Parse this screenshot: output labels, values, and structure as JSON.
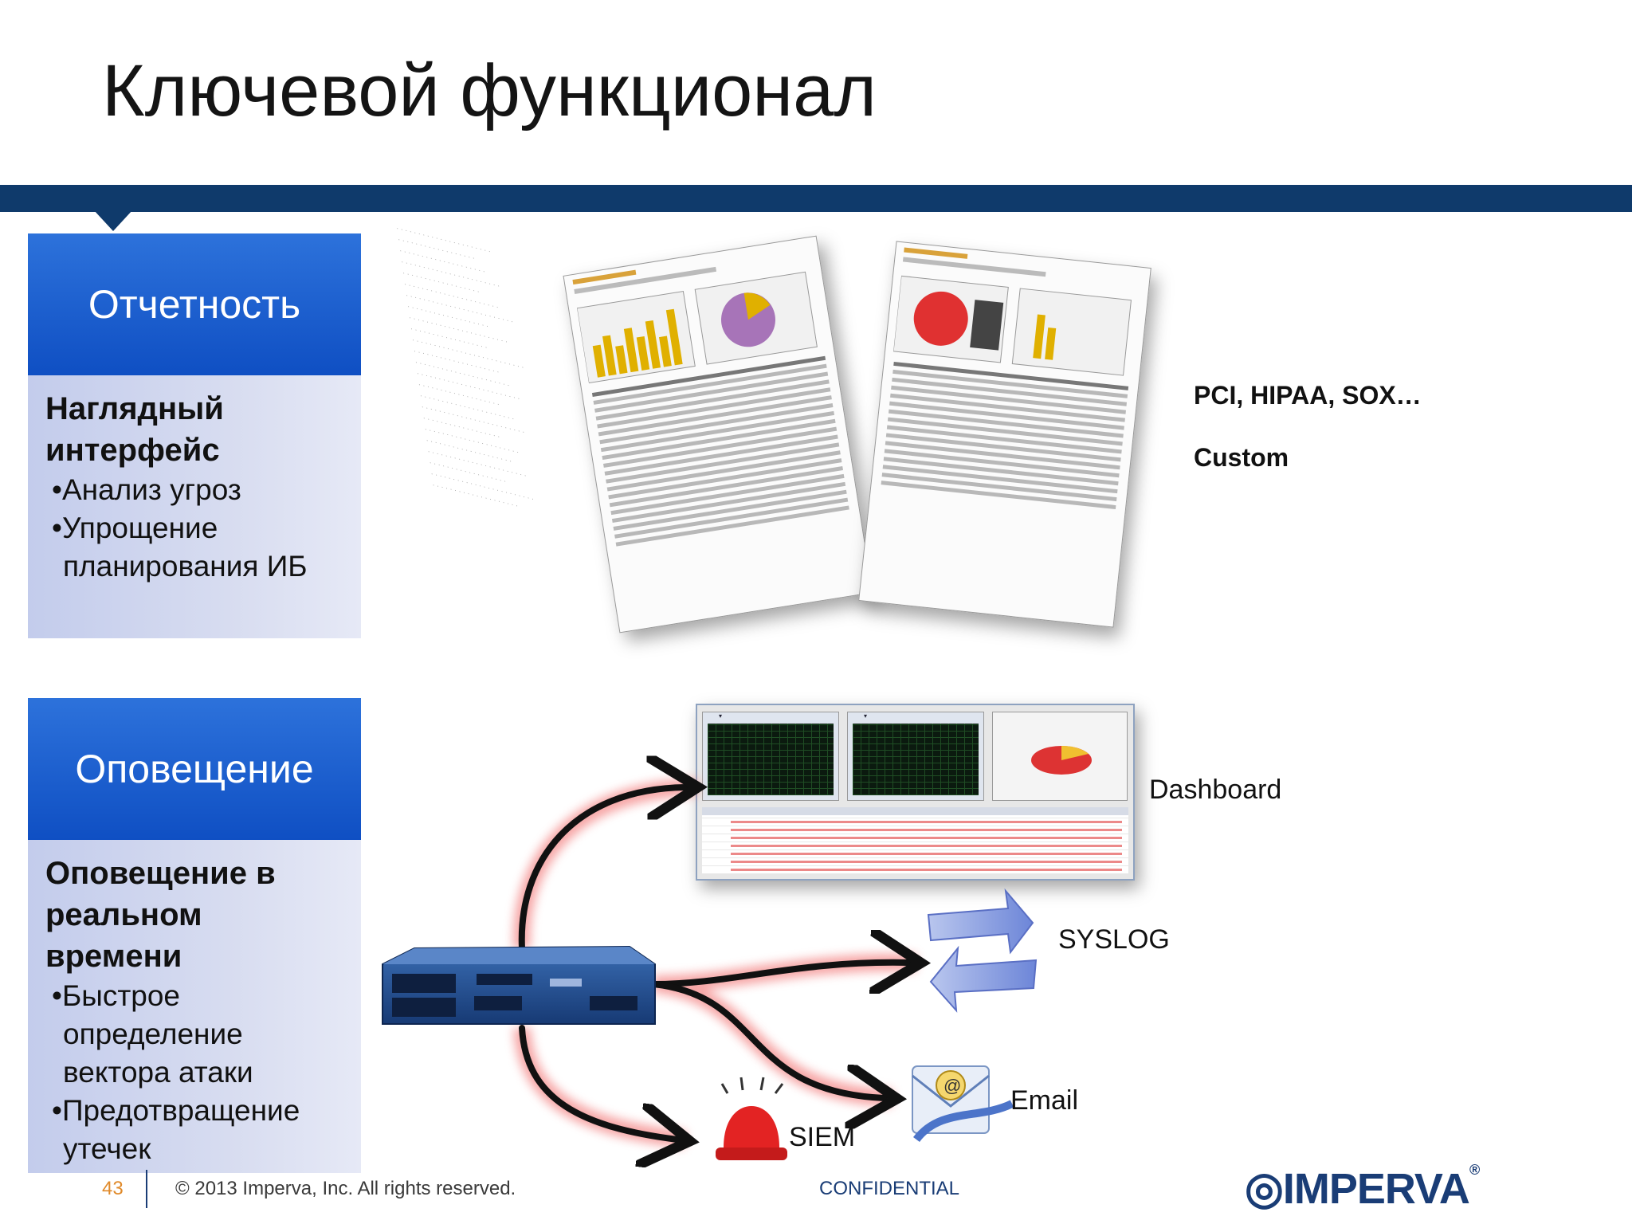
{
  "slide": {
    "title": "Ключевой функционал"
  },
  "cards": [
    {
      "header": "Отчетность",
      "body_title": "Наглядный интерфейс",
      "bullets": [
        "•Анализ угроз",
        "•Упрощение планирования ИБ"
      ]
    },
    {
      "header": "Оповещение",
      "body_title": "Оповещение в реальном времени",
      "bullets": [
        "•Быстрое определение вектора атаки",
        "•Предотвращение утечек"
      ]
    }
  ],
  "reports": {
    "standards_label": "PCI, HIPAA, SOX…",
    "custom_label": "Custom"
  },
  "alerts": {
    "dashboard_label": "Dashboard",
    "syslog_label": "SYSLOG",
    "email_label": "Email",
    "siem_label": "SIEM"
  },
  "footer": {
    "page_number": "43",
    "copyright": "© 2013 Imperva, Inc. All rights reserved.",
    "confidential": "CONFIDENTIAL",
    "logo_text": "IMPERVA"
  },
  "colors": {
    "band": "#0f3a6b",
    "card_header": "#1b5fd0",
    "card_body": "#ccd3ee",
    "arrow_glow": "#e23b3b",
    "logo": "#1a3d76"
  }
}
